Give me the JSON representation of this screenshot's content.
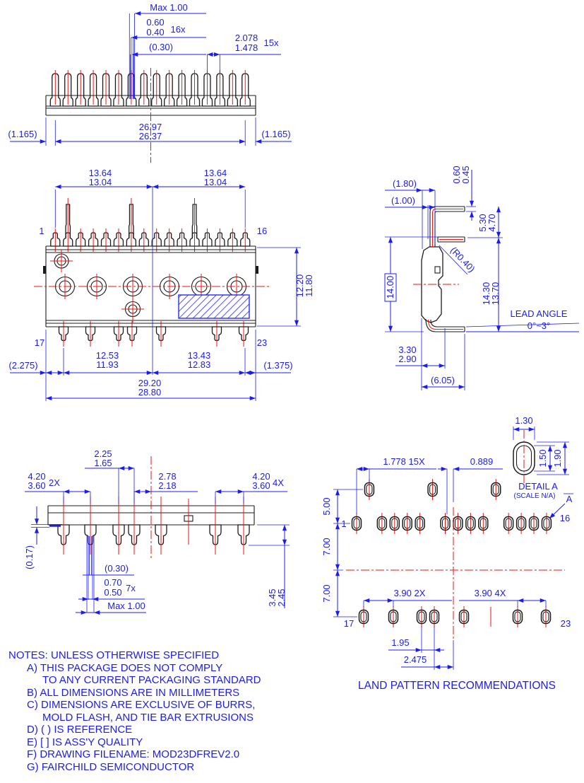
{
  "colors": {
    "dimension": "#1c1cf0",
    "centerline": "#f21313",
    "outline": "#1b1b1b",
    "hatch": "#2a2af5",
    "background": "#ffffff"
  },
  "drawing": {
    "v1": {
      "max": "Max 1.00",
      "w_hi": "0.60",
      "w_lo": "0.40",
      "w_n": "16x",
      "ref30": "(0.30)",
      "pitch_hi": "2.078",
      "pitch_lo": "1.478",
      "pitch_n": "15x",
      "side_l": "(1.165)",
      "side_r": "(1.165)",
      "span_hi": "26.97",
      "span_lo": "26.37"
    },
    "v2": {
      "half_l_hi": "13.64",
      "half_l_lo": "13.04",
      "half_r_hi": "13.64",
      "half_r_lo": "13.04",
      "pin1": "1",
      "pin16": "16",
      "pin17": "17",
      "pin23": "23",
      "h_hi": "12.20",
      "h_lo": "11.80",
      "ref_l": "(2.275)",
      "bl_hi": "12.53",
      "bl_lo": "11.93",
      "br_hi": "13.43",
      "br_lo": "12.83",
      "ref_r": "(1.375)",
      "w_hi": "29.20",
      "w_lo": "28.80"
    },
    "v3": {
      "ref180": "(1.80)",
      "ref100": "(1.00)",
      "t_hi": "0.60",
      "t_lo": "0.45",
      "g_hi": "5.30",
      "g_lo": "4.70",
      "rad": "(R0.40)",
      "basic": "14.00",
      "h_hi": "14.30",
      "h_lo": "13.70",
      "lead_angle_1": "LEAD ANGLE",
      "lead_angle_2": "0°~3°",
      "f_hi": "3.30",
      "f_lo": "2.90",
      "ref605": "(6.05)"
    },
    "v4": {
      "a_hi": "2.25",
      "a_lo": "1.65",
      "b_hi": "4.20",
      "b_lo": "3.60",
      "b_n": "2X",
      "c_hi": "2.78",
      "c_lo": "2.18",
      "d_hi": "4.20",
      "d_lo": "3.60",
      "d_n": "4X",
      "ref17": "(0.17)",
      "ref30": "(0.30)",
      "e_hi": "0.70",
      "e_lo": "0.50",
      "e_n": "7x",
      "max": "Max 1.00",
      "f_hi": "3.45",
      "f_lo": "2.45"
    },
    "v5": {
      "pitch": "1.778 15X",
      "half": "0.889",
      "p1": "1",
      "p16": "16",
      "p17": "17",
      "p23": "23",
      "row": "5.00",
      "g1": "7.00",
      "g2": "7.00",
      "s2": "3.90 2X",
      "s4": "3.90 4X",
      "q1": "1.95",
      "q2": "2.475",
      "leader": "A",
      "title": "LAND PATTERN RECOMMENDATIONS"
    },
    "detail": {
      "w": "1.30",
      "ih": "1.50",
      "oh": "1.90",
      "name": "DETAIL A",
      "scale": "(SCALE N/A)"
    }
  },
  "notes": {
    "lines": [
      "NOTES: UNLESS OTHERWISE SPECIFIED",
      "A) THIS PACKAGE DOES NOT COMPLY",
      "TO ANY CURRENT PACKAGING STANDARD",
      "B) ALL DIMENSIONS ARE IN MILLIMETERS",
      "C) DIMENSIONS ARE EXCLUSIVE OF BURRS,",
      "MOLD FLASH, AND TIE BAR EXTRUSIONS",
      "D) ( ) IS REFERENCE",
      "E) [ ] IS ASS'Y QUALITY",
      "F) DRAWING FILENAME: MOD23DFREV2.0",
      "G) FAIRCHILD SEMICONDUCTOR"
    ]
  }
}
